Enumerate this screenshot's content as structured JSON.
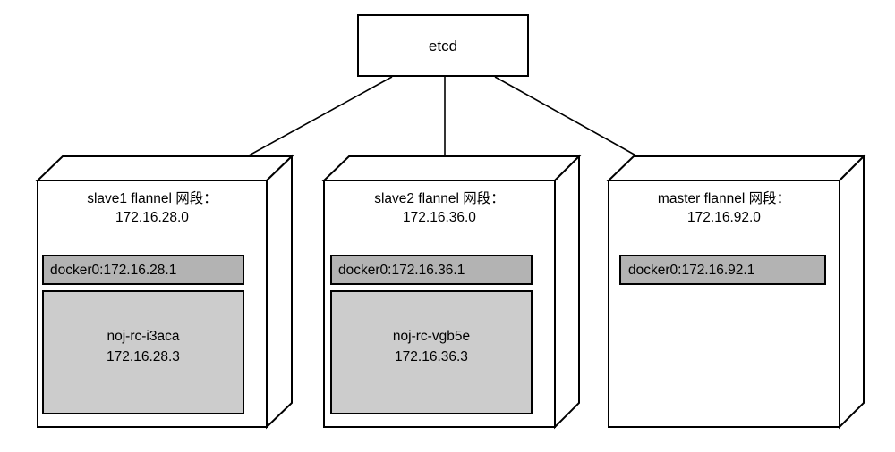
{
  "diagram": {
    "title": "etcd flannel network segment topology",
    "background_color": "#ffffff",
    "stroke_color": "#000000",
    "root": {
      "label": "etcd",
      "shape": "rectangle",
      "fill": "#ffffff"
    },
    "edge_labels": [
      "",
      "",
      ""
    ],
    "colors": {
      "node_face": "#ffffff",
      "node_side": "#ffffff",
      "docker_bar": "#b3b3b3",
      "pod_box": "#cccccc",
      "stroke": "#000000"
    },
    "nodes": [
      {
        "id": "slave1",
        "title_line1": "slave1 flannel 网段：",
        "title_line2": "172.16.28.0",
        "docker": "docker0:172.16.28.1",
        "pod_name": "noj-rc-i3aca",
        "pod_ip": "172.16.28.3",
        "has_pod": true
      },
      {
        "id": "slave2",
        "title_line1": "slave2 flannel 网段：",
        "title_line2": "172.16.36.0",
        "docker": "docker0:172.16.36.1",
        "pod_name": "noj-rc-vgb5e",
        "pod_ip": "172.16.36.3",
        "has_pod": true
      },
      {
        "id": "master",
        "title_line1": "master flannel 网段：",
        "title_line2": "172.16.92.0",
        "docker": "docker0:172.16.92.1",
        "pod_name": "",
        "pod_ip": "",
        "has_pod": false
      }
    ]
  }
}
